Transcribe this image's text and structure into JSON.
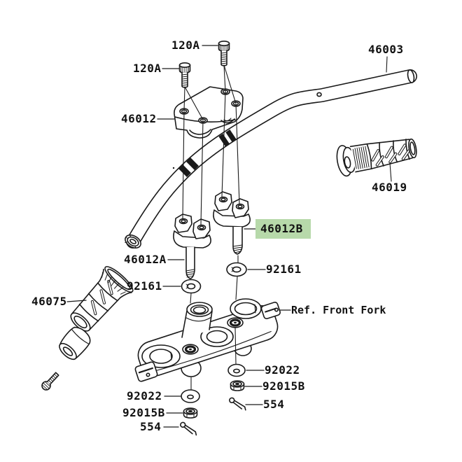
{
  "diagram": {
    "description": "Exploded parts diagram of a motorcycle handlebar and upper triple clamp assembly",
    "background_color": "#ffffff",
    "line_color": "#1a1a1a",
    "highlight_color": "#b7d9aa",
    "highlighted_part": "46012B",
    "labels": [
      {
        "id": "120a-top",
        "text": "120A",
        "highlighted": false
      },
      {
        "id": "120a-left",
        "text": "120A",
        "highlighted": false
      },
      {
        "id": "46003",
        "text": "46003",
        "highlighted": false
      },
      {
        "id": "46012",
        "text": "46012",
        "highlighted": false
      },
      {
        "id": "46019",
        "text": "46019",
        "highlighted": false
      },
      {
        "id": "46012b",
        "text": "46012B",
        "highlighted": true
      },
      {
        "id": "46012a",
        "text": "46012A",
        "highlighted": false
      },
      {
        "id": "92161-right",
        "text": "92161",
        "highlighted": false
      },
      {
        "id": "92161-left",
        "text": "92161",
        "highlighted": false
      },
      {
        "id": "46075",
        "text": "46075",
        "highlighted": false
      },
      {
        "id": "ref-front-fork",
        "text": "Ref. Front Fork",
        "highlighted": false
      },
      {
        "id": "92022-right",
        "text": "92022",
        "highlighted": false
      },
      {
        "id": "92015b-right",
        "text": "92015B",
        "highlighted": false
      },
      {
        "id": "554-right",
        "text": "554",
        "highlighted": false
      },
      {
        "id": "92022-left",
        "text": "92022",
        "highlighted": false
      },
      {
        "id": "92015b-left",
        "text": "92015B",
        "highlighted": false
      },
      {
        "id": "554-left",
        "text": "554",
        "highlighted": false
      }
    ]
  }
}
